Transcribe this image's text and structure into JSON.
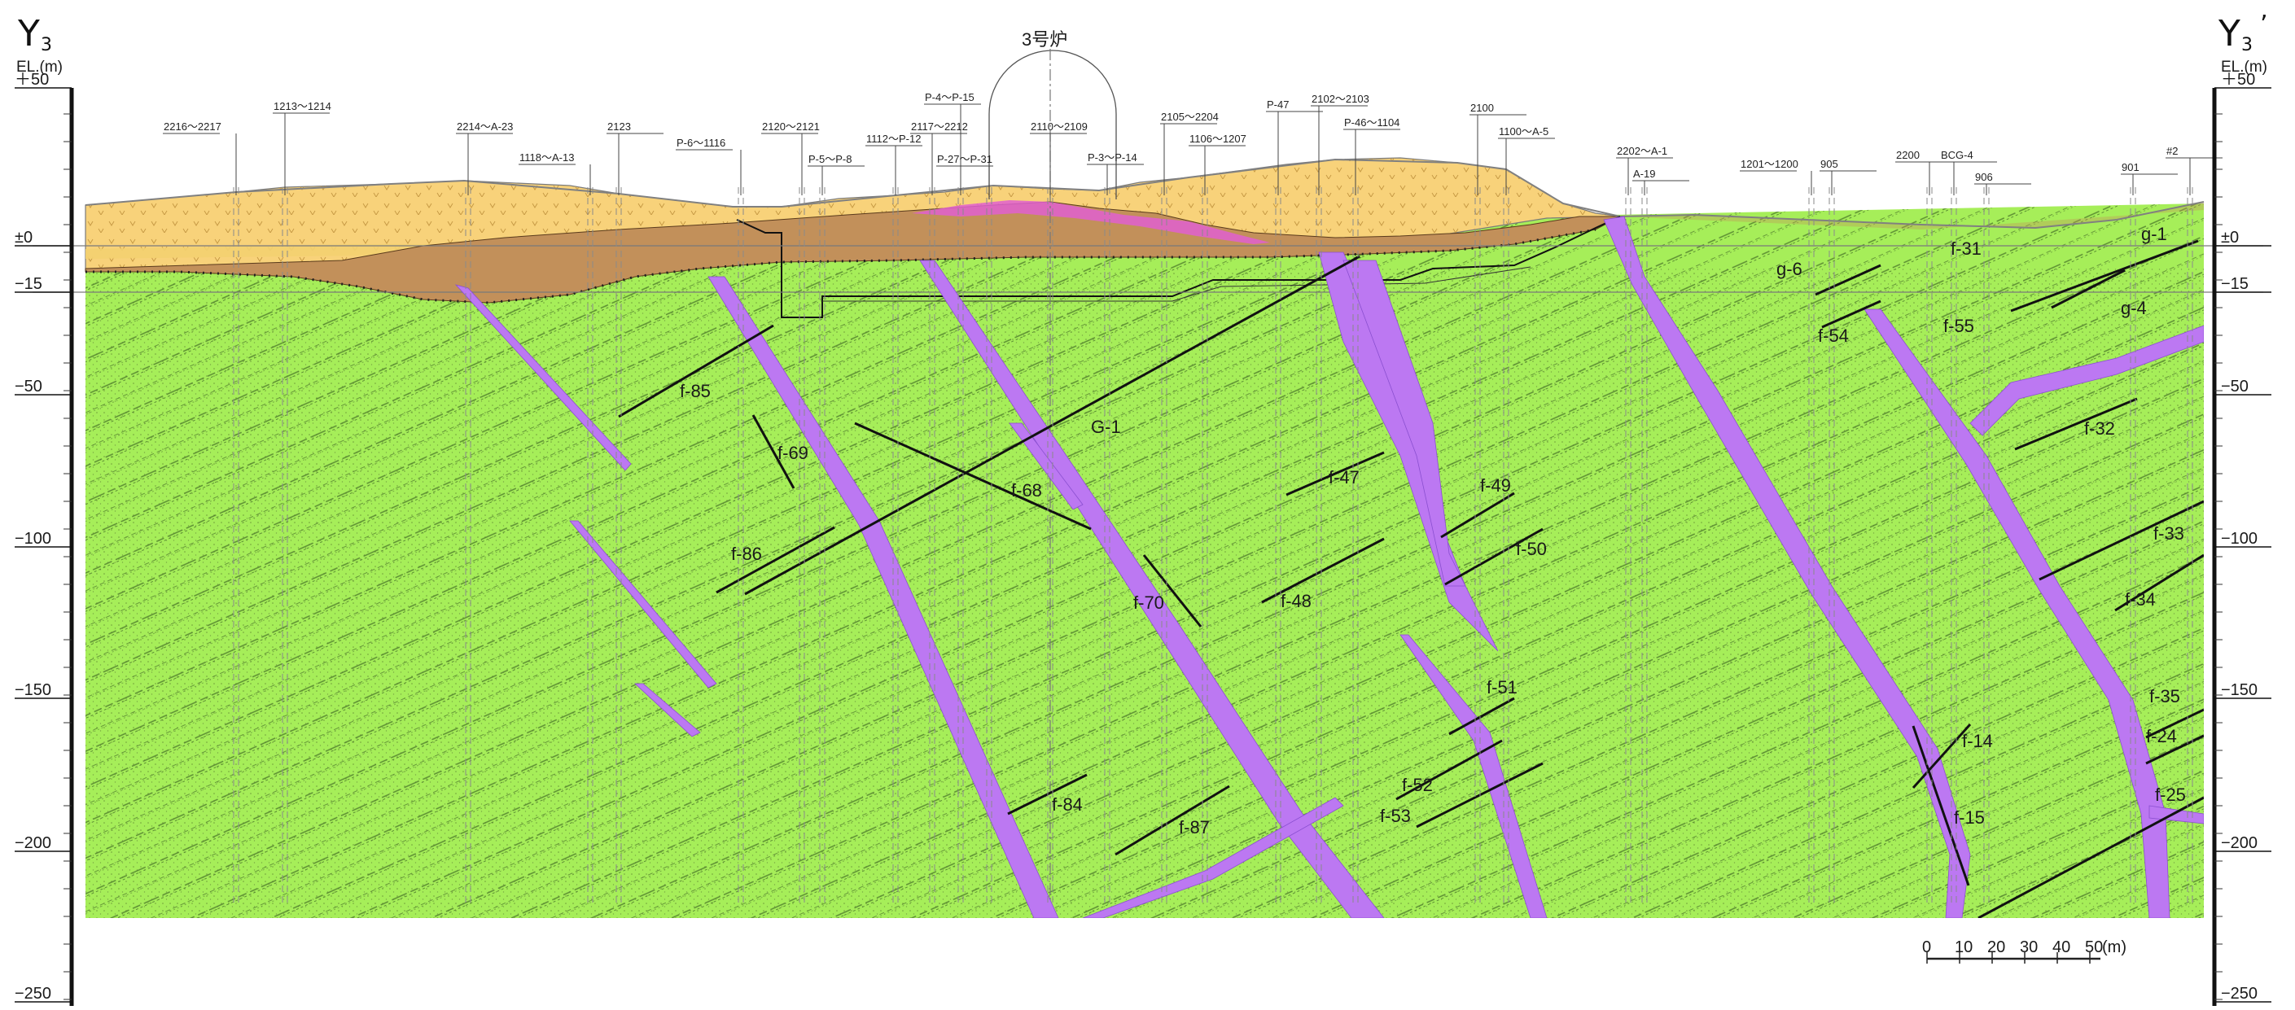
{
  "section": {
    "left_label": "Y",
    "left_sub": "3",
    "right_label": "Y",
    "right_sub": "3",
    "right_prime": "’",
    "el_unit": "EL.(m)",
    "reactor": "3号炉"
  },
  "elevation_ticks": [
    "＋50",
    "±0",
    "−15",
    "−50",
    "−100",
    "−150",
    "−200",
    "−250"
  ],
  "boreholes": [
    "2216～2217",
    "1213～1214",
    "2214～A-23",
    "1118～A-13",
    "2123",
    "P-6～1116",
    "2120～2121",
    "P-5～P-8",
    "1112～P-12",
    "2117～2212",
    "P-4～P-15",
    "P-27～P-31",
    "2110～2109",
    "P-3～P-14",
    "2105～2204",
    "1106～1207",
    "P-47",
    "2102～2103",
    "P-46～1104",
    "2100",
    "1100～A-5",
    "2202～A-1",
    "A-19",
    "1201～1200",
    "905",
    "2200",
    "BCG-4",
    "906",
    "901",
    "#2"
  ],
  "faults": [
    "f-85",
    "f-69",
    "f-68",
    "G-1",
    "f-86",
    "f-70",
    "f-47",
    "f-48",
    "f-49",
    "f-50",
    "f-51",
    "f-52",
    "f-53",
    "f-84",
    "f-87",
    "g-6",
    "f-54",
    "f-31",
    "f-55",
    "g-1",
    "g-4",
    "f-32",
    "f-33",
    "f-34",
    "f-35",
    "f-24",
    "f-25",
    "f-14",
    "f-15"
  ],
  "scale": {
    "ticks": [
      "0",
      "10",
      "20",
      "30",
      "40",
      "50"
    ],
    "unit": "(m)"
  },
  "colors": {
    "bedrock": "#a6ee59",
    "terrace": "#f8d27a",
    "fill": "#c2905a",
    "dike": "#bc78f2",
    "pink": "#e060d0"
  }
}
